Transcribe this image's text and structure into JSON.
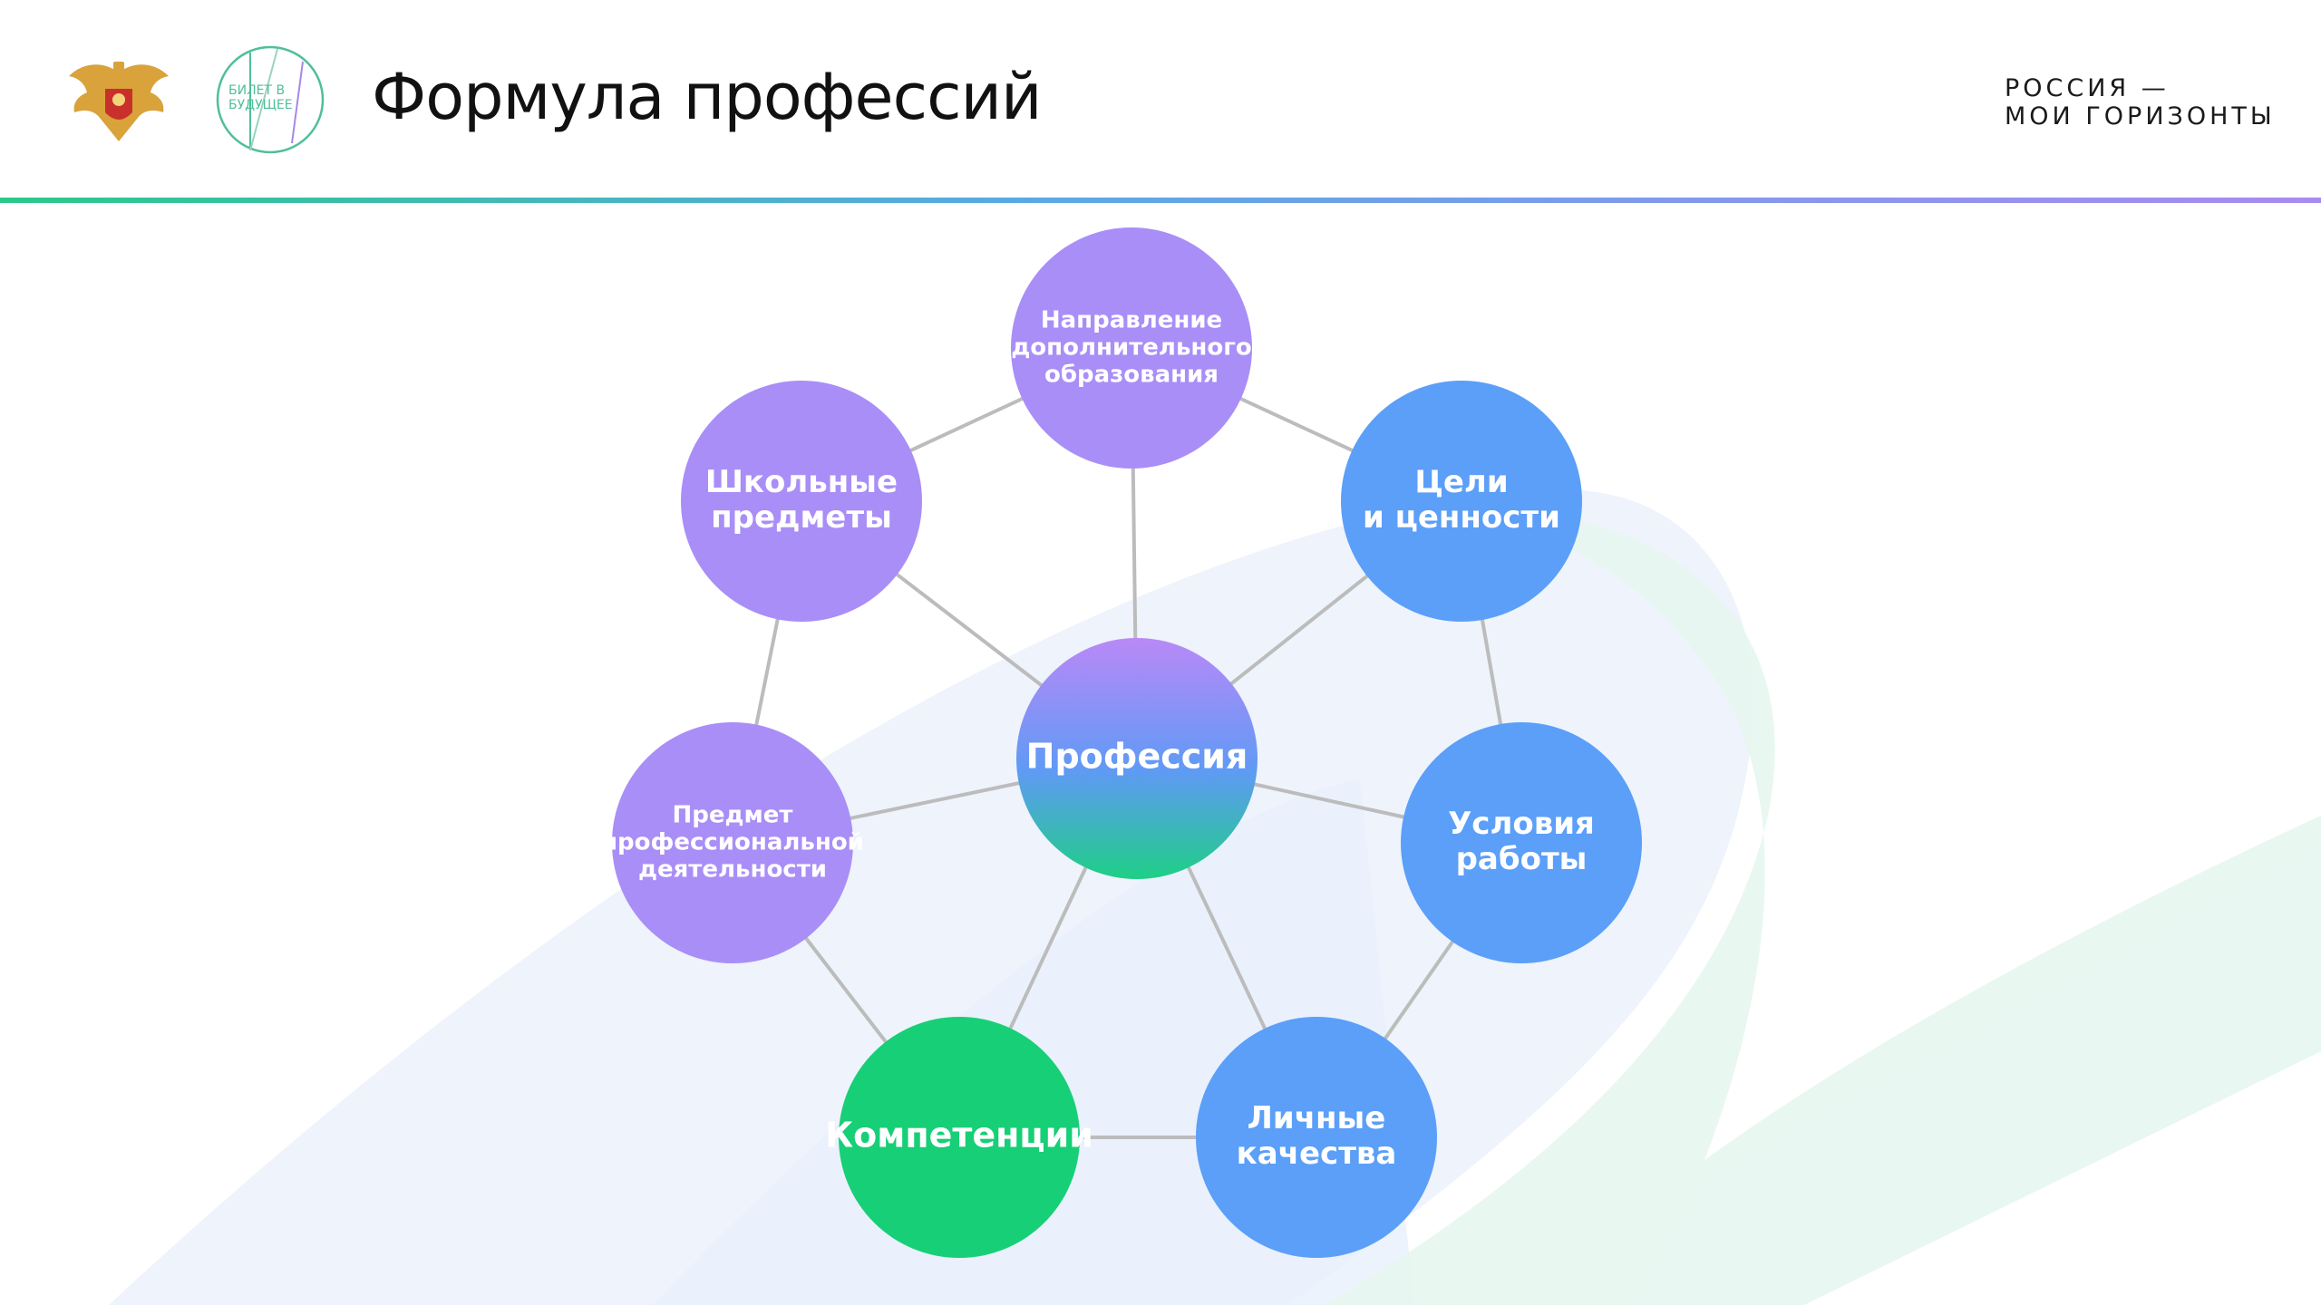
{
  "header": {
    "title": "Формула профессий",
    "brand_line1": "РОССИЯ —",
    "brand_line2": "МОИ ГОРИЗОНТЫ",
    "ticket_logo_line1": "БИЛЕТ В",
    "ticket_logo_line2": "БУДУЩЕЕ"
  },
  "colors": {
    "purple": "#a98ef7",
    "blue": "#5b9ff8",
    "green": "#17cf76",
    "edge": "#bcbcbc",
    "center_top": "#b989f7",
    "center_mid": "#5f9af5",
    "center_bottom": "#1ecf86"
  },
  "diagram": {
    "center": {
      "label_lines": [
        "Профессия"
      ]
    },
    "nodes": [
      {
        "id": "dop",
        "label_lines": [
          "Направление",
          "дополнительного",
          "образования"
        ],
        "color": "purple"
      },
      {
        "id": "school",
        "label_lines": [
          "Школьные",
          "предметы"
        ],
        "color": "purple"
      },
      {
        "id": "goals",
        "label_lines": [
          "Цели",
          "и ценности"
        ],
        "color": "blue"
      },
      {
        "id": "subject",
        "label_lines": [
          "Предмет",
          "профессиональной",
          "деятельности"
        ],
        "color": "purple"
      },
      {
        "id": "conditions",
        "label_lines": [
          "Условия",
          "работы"
        ],
        "color": "blue"
      },
      {
        "id": "competencies",
        "label_lines": [
          "Компетенции"
        ],
        "color": "green"
      },
      {
        "id": "personal",
        "label_lines": [
          "Личные",
          "качества"
        ],
        "color": "blue"
      }
    ]
  }
}
